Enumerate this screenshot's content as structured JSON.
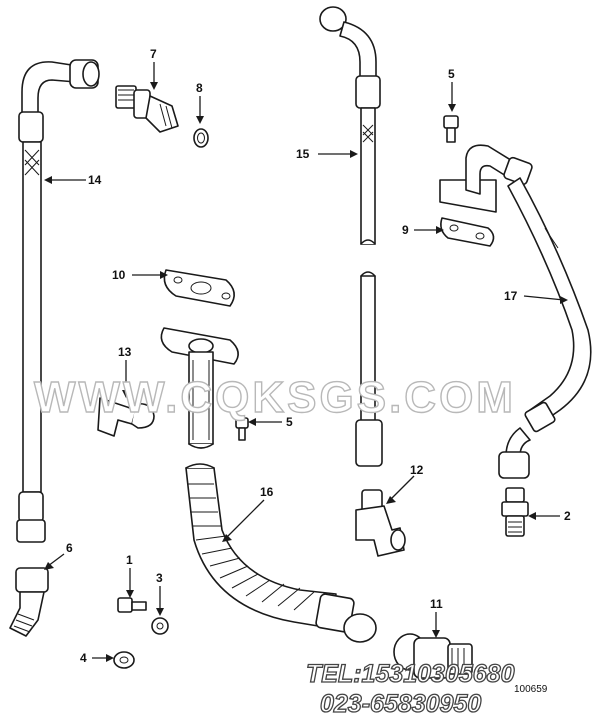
{
  "callouts": {
    "c1": "1",
    "c2": "2",
    "c3": "3",
    "c4": "4",
    "c5a": "5",
    "c5b": "5",
    "c6": "6",
    "c7": "7",
    "c8": "8",
    "c9": "9",
    "c10": "10",
    "c11": "11",
    "c12": "12",
    "c13": "13",
    "c14": "14",
    "c15": "15",
    "c16": "16",
    "c17": "17"
  },
  "watermark": "WWW.CQKSGS.COM",
  "contact": {
    "tel": "TEL:15310305680",
    "phone": "023-65830950"
  },
  "drawing_code": "100659"
}
